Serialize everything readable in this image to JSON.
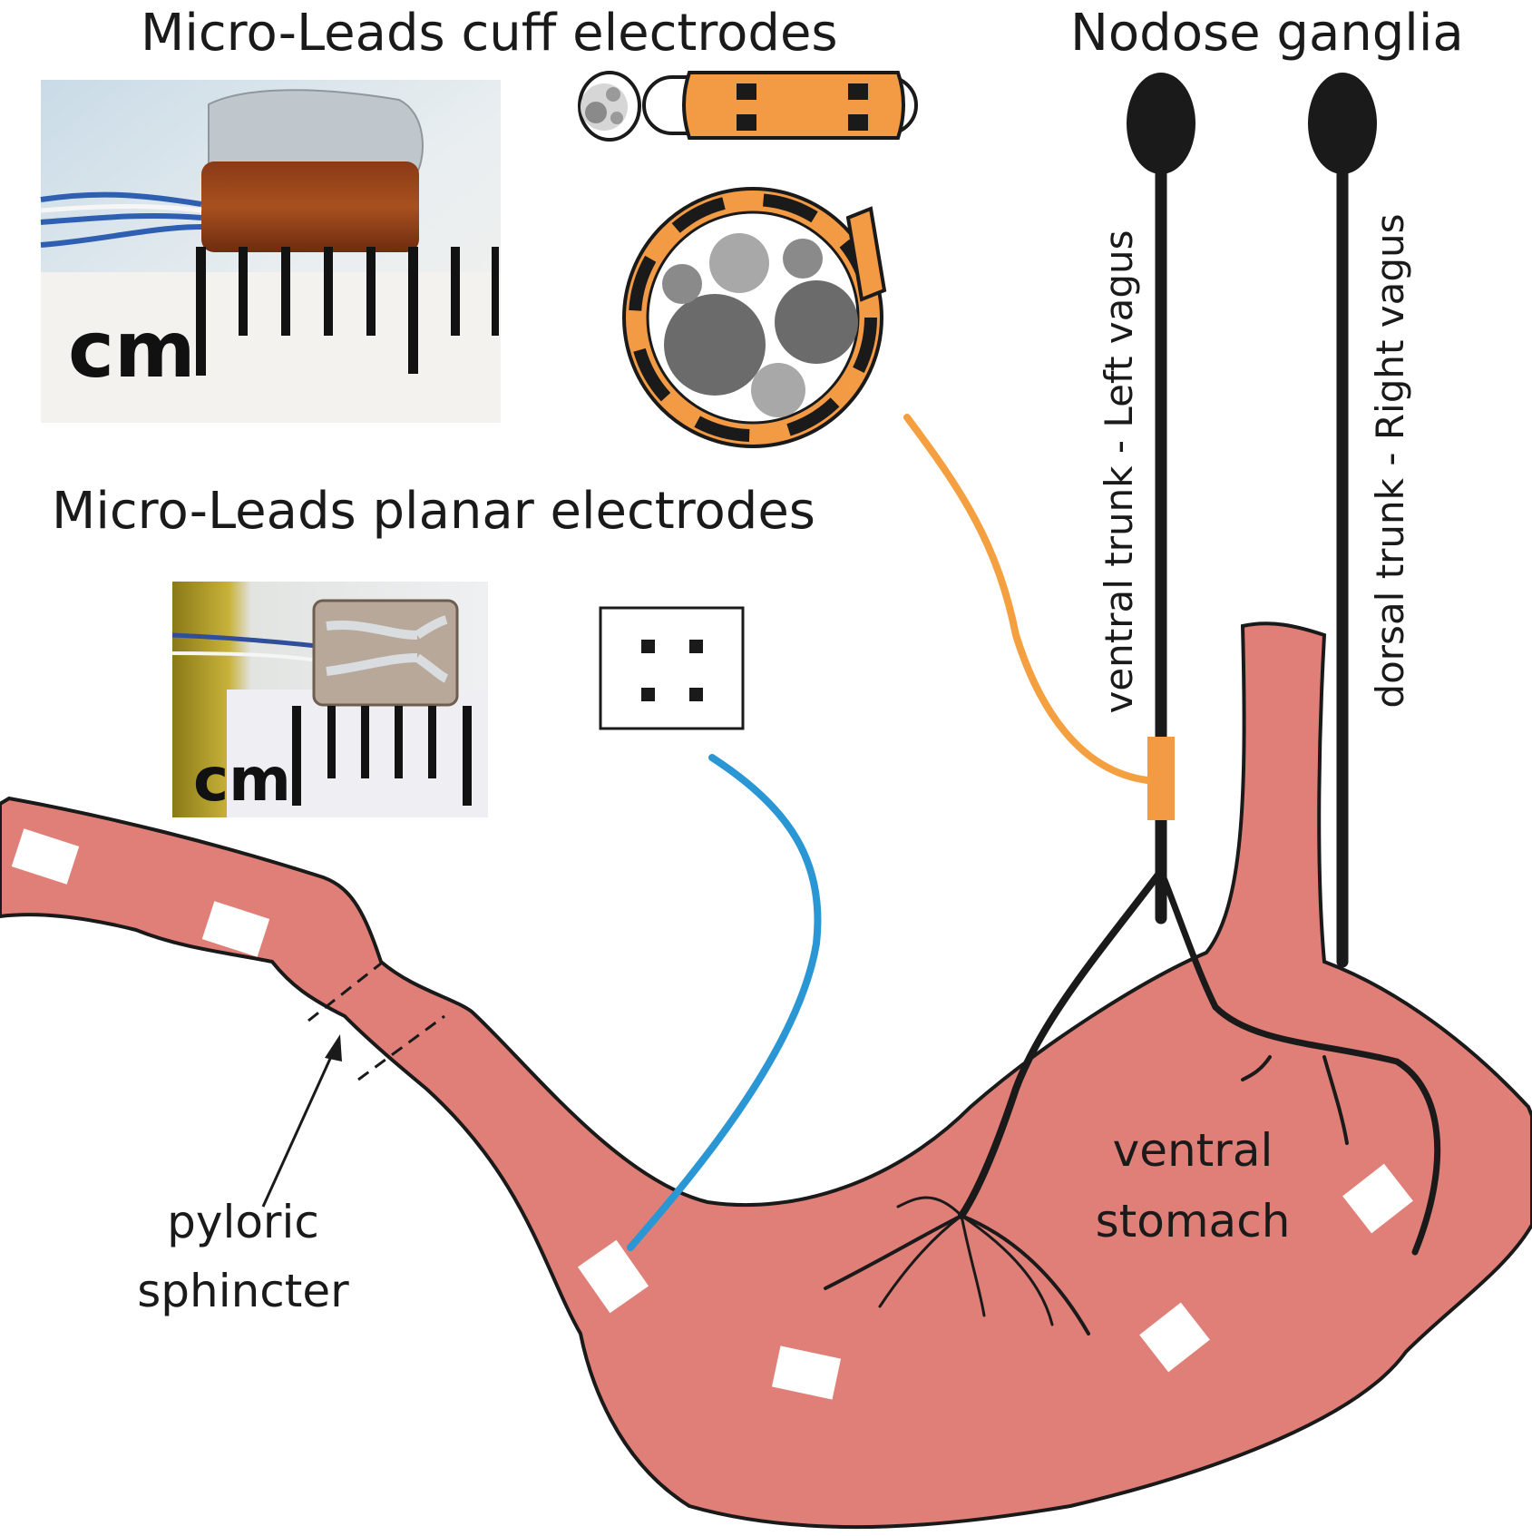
{
  "labels": {
    "cuff_title": "Micro-Leads cuff electrodes",
    "planar_title": "Micro-Leads planar electrodes",
    "ganglia_title": "Nodose ganglia",
    "left_vagus": "ventral trunk - Left vagus",
    "right_vagus": "dorsal trunk - Right vagus",
    "pyloric_line1": "pyloric",
    "pyloric_line2": "sphincter",
    "stomach_line1": "ventral",
    "stomach_line2": "stomach",
    "photo_cm": "cm"
  },
  "colors": {
    "stomach": "#e07f77",
    "cuff": "#f39a45",
    "cuff_lead": "#f5a040",
    "planar_lead": "#2a96d4",
    "nerve": "#1a1a1a",
    "electrode_pad": "#ffffff",
    "fascicle_dark": "#6b6b6b",
    "fascicle_light": "#a8a8a8"
  },
  "icons": {
    "cuff_photo": "cuff-electrode-photo",
    "planar_photo": "planar-electrode-photo",
    "cuff_side": "cuff-electrode-side-view",
    "cuff_cross": "cuff-electrode-cross-section",
    "planar_schematic": "planar-electrode-schematic",
    "pointer": "arrow-icon"
  }
}
